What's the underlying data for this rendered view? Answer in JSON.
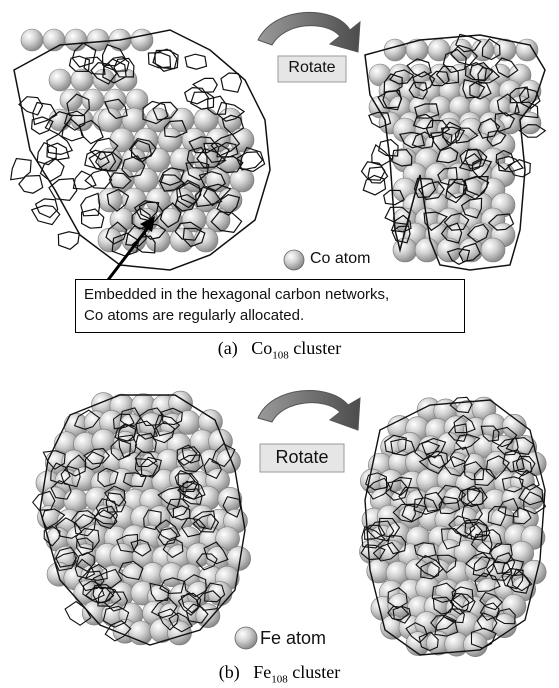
{
  "panel_a": {
    "rotate_label": "Rotate",
    "legend_label": "Co atom",
    "annotation_line1": "Embedded in the hexagonal carbon networks,",
    "annotation_line2": "Co atoms are regularly allocated.",
    "caption_prefix": "(a)",
    "caption_element": "Co",
    "caption_subscript": "108",
    "caption_suffix": "cluster"
  },
  "panel_b": {
    "rotate_label": "Rotate",
    "legend_label": "Fe atom",
    "caption_prefix": "(b)",
    "caption_element": "Fe",
    "caption_subscript": "108",
    "caption_suffix": "cluster"
  },
  "colors": {
    "atom_fill": "#c8c8c8",
    "network_line": "#111111",
    "arrow_fill": "#6d6d6d",
    "rotate_box_fill": "#e6e6e6"
  }
}
